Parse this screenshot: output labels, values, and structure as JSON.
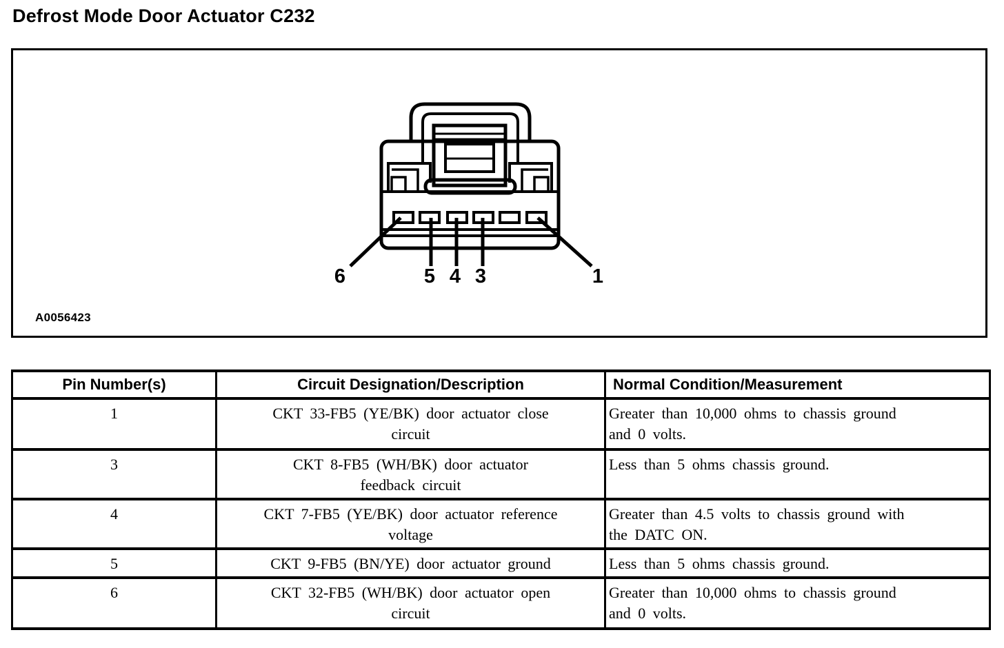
{
  "page": {
    "title": "Defrost Mode Door Actuator C232"
  },
  "colors": {
    "ink": "#000000",
    "paper": "#ffffff"
  },
  "figure": {
    "code": "A0056423",
    "pin_labels": [
      "6",
      "5",
      "4",
      "3",
      "1"
    ]
  },
  "table": {
    "headers": [
      "Pin Number(s)",
      "Circuit Designation/Description",
      "Normal Condition/Measurement"
    ],
    "rows": [
      {
        "pin": "1",
        "circuit": "CKT 33-FB5 (YE/BK) door actuator close\ncircuit",
        "condition": "Greater than 10,000 ohms to chassis ground\nand 0 volts."
      },
      {
        "pin": "3",
        "circuit": "CKT 8-FB5 (WH/BK) door actuator\nfeedback circuit",
        "condition": "Less than 5 ohms chassis ground."
      },
      {
        "pin": "4",
        "circuit": "CKT 7-FB5 (YE/BK) door actuator reference\nvoltage",
        "condition": "Greater than 4.5 volts to chassis ground with\nthe DATC ON."
      },
      {
        "pin": "5",
        "circuit": "CKT 9-FB5 (BN/YE) door actuator ground",
        "condition": "Less than 5 ohms chassis ground."
      },
      {
        "pin": "6",
        "circuit": "CKT 32-FB5 (WH/BK) door actuator open\ncircuit",
        "condition": "Greater than 10,000 ohms to chassis ground\nand 0 volts."
      }
    ]
  }
}
